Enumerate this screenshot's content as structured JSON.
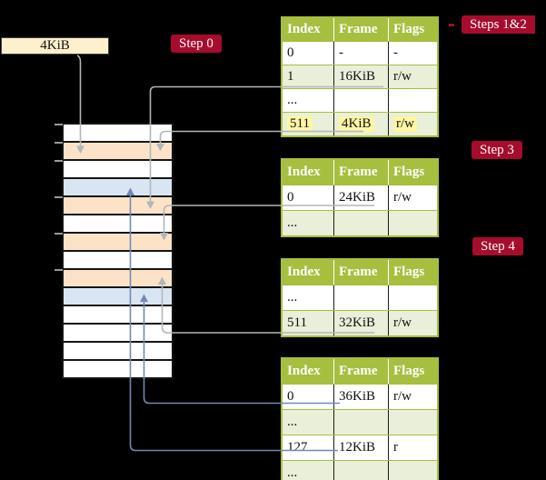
{
  "frame_box": {
    "label": "4KiB"
  },
  "steps": [
    {
      "text": "Step 0"
    },
    {
      "text": "Steps 1&2"
    },
    {
      "text": "Step 3"
    },
    {
      "text": "Step 4"
    }
  ],
  "memory": {
    "rows": [
      "white",
      "orange",
      "white",
      "blue",
      "orange",
      "white",
      "orange",
      "white",
      "orange",
      "blue",
      "white",
      "white",
      "white",
      "white"
    ],
    "ticks": [
      0,
      1,
      2,
      4,
      6,
      8
    ]
  },
  "tables": [
    {
      "columns": [
        "Index",
        "Frame",
        "Flags"
      ],
      "rows": [
        {
          "index": "0",
          "frame": "-",
          "flags": "-"
        },
        {
          "index": "1",
          "frame": "16KiB",
          "flags": "r/w"
        },
        {
          "index": "...",
          "frame": "",
          "flags": ""
        },
        {
          "index": "511",
          "frame": "4KiB",
          "flags": "r/w",
          "highlight": true
        }
      ]
    },
    {
      "columns": [
        "Index",
        "Frame",
        "Flags"
      ],
      "rows": [
        {
          "index": "0",
          "frame": "24KiB",
          "flags": "r/w"
        },
        {
          "index": "...",
          "frame": "",
          "flags": ""
        }
      ]
    },
    {
      "columns": [
        "Index",
        "Frame",
        "Flags"
      ],
      "rows": [
        {
          "index": "...",
          "frame": "",
          "flags": ""
        },
        {
          "index": "511",
          "frame": "32KiB",
          "flags": "r/w"
        }
      ]
    },
    {
      "columns": [
        "Index",
        "Frame",
        "Flags"
      ],
      "rows": [
        {
          "index": "0",
          "frame": "36KiB",
          "flags": "r/w"
        },
        {
          "index": "...",
          "frame": "",
          "flags": ""
        },
        {
          "index": "127",
          "frame": "12KiB",
          "flags": "r"
        },
        {
          "index": "...",
          "frame": "",
          "flags": ""
        }
      ]
    }
  ],
  "colors": {
    "background": "#000000",
    "table_header_bg": "#a6bf3f",
    "table_row_alt_bg": "#e9efd8",
    "highlight_yellow": "#fdf6a2",
    "step_label_bg": "#a60c2c",
    "step_label_text": "#ffffff",
    "frame_box_bg": "#fdf0cd",
    "memory_orange": "#fce3c7",
    "memory_blue": "#dae5f4",
    "arrow_gray": "#b2b6b9",
    "arrow_blue": "#7189b4"
  }
}
